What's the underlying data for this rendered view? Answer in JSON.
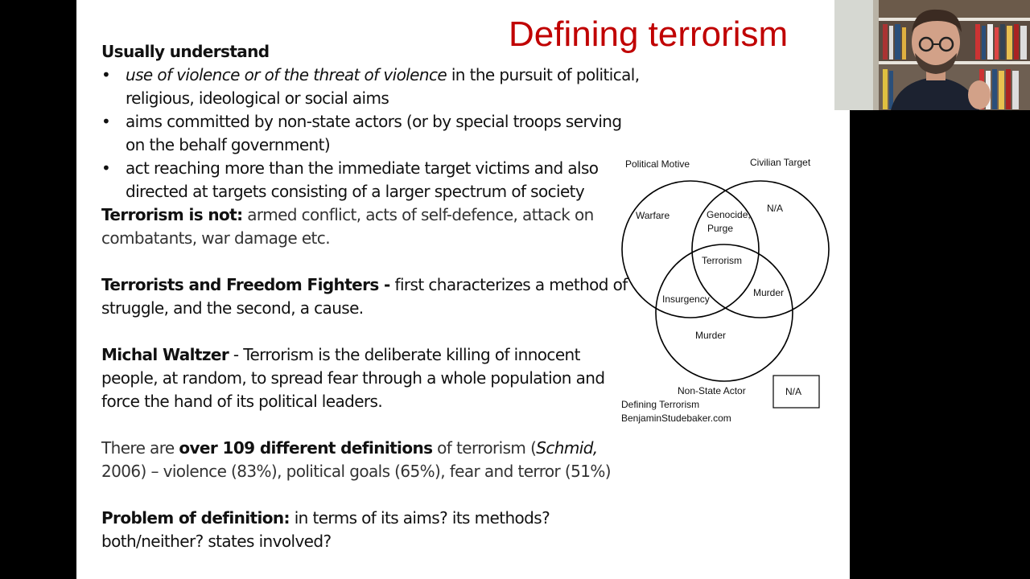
{
  "slide": {
    "title": "Defining terrorism",
    "section1_heading": "Usually understand",
    "bullets": [
      {
        "italic": "use of violence or of the threat of violence",
        "rest": " in the pursuit of political, religious, ideological or social aims"
      },
      {
        "italic": "",
        "rest": "aims committed by non-state actors (or by special troops serving on the behalf government)"
      },
      {
        "italic": "",
        "rest": "act reaching more than the immediate target victims and also directed at targets consisting of a larger spectrum of society"
      }
    ],
    "not_label": "Terrorism is not:",
    "not_text": " armed conflict, acts of self-defence, attack on combatants, war damage etc.",
    "tf_label": "Terrorists and Freedom Fighters  -",
    "tf_text": " first characterizes a method of struggle, and the second, a cause.",
    "walzer_label": "Michal Waltzer",
    "walzer_text": " - Terrorism is the deliberate killing of innocent people, at random, to spread fear through a whole population and force the hand of its political leaders.",
    "defs_pre": "There are ",
    "defs_bold": "over 109 different definitions",
    "defs_mid": " of terrorism (",
    "defs_italic": "Schmid,",
    "defs_post": " 2006) – violence (83%), political goals (65%), fear and terror (51%)",
    "problem_label": "Problem of definition:",
    "problem_text": " in terms of its aims? its methods? both/neither? states involved?"
  },
  "venn": {
    "labels": {
      "political_motive": "Political Motive",
      "civilian_target": "Civilian Target",
      "non_state_actor": "Non-State Actor",
      "warfare": "Warfare",
      "genocide_line1": "Genocide,",
      "genocide_line2": "Purge",
      "na_top": "N/A",
      "terrorism": "Terrorism",
      "insurgency": "Insurgency",
      "murder_right": "Murder",
      "murder_bottom": "Murder",
      "na_box": "N/A"
    },
    "caption_line1": "Defining Terrorism",
    "caption_line2": "BenjaminStudebaker.com"
  }
}
